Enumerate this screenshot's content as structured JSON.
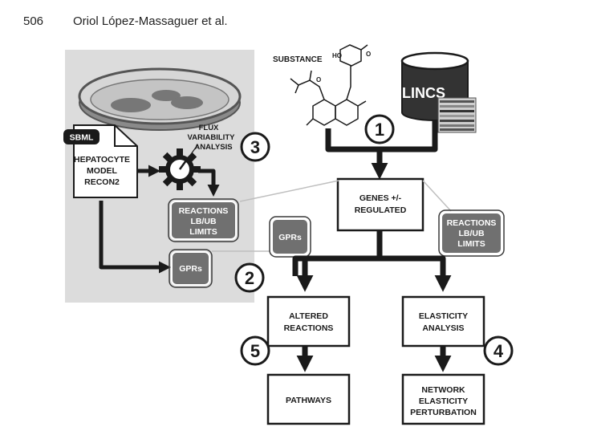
{
  "header": {
    "page_number": "506",
    "authors": "Oriol López-Massaguer et al."
  },
  "figure": {
    "substance_label": "SUBSTANCE",
    "lincs_label": "LINCS",
    "sbml_label": "SBML",
    "model_lines": [
      "HEPATOCYTE",
      "MODEL",
      "RECON2"
    ],
    "flux_lines": [
      "FLUX",
      "VARIABILITY",
      "ANALYSIS"
    ],
    "reactions_limits_lines": [
      "REACTIONS",
      "LB/UB",
      "LIMITS"
    ],
    "gprs_label": "GPRs",
    "genes_lines": [
      "GENES +/-",
      "REGULATED"
    ],
    "altered_lines": [
      "ALTERED",
      "REACTIONS"
    ],
    "elasticity_lines": [
      "ELASTICITY",
      "ANALYSIS"
    ],
    "pathways_label": "PATHWAYS",
    "network_lines": [
      "NETWORK",
      "ELASTICITY",
      "PERTURBATION"
    ],
    "step_numbers": [
      "1",
      "2",
      "3",
      "4",
      "5"
    ]
  },
  "colors": {
    "panel_gray": "#dcdcdc",
    "box_gray": "#707070",
    "dark": "#1a1a1a"
  }
}
